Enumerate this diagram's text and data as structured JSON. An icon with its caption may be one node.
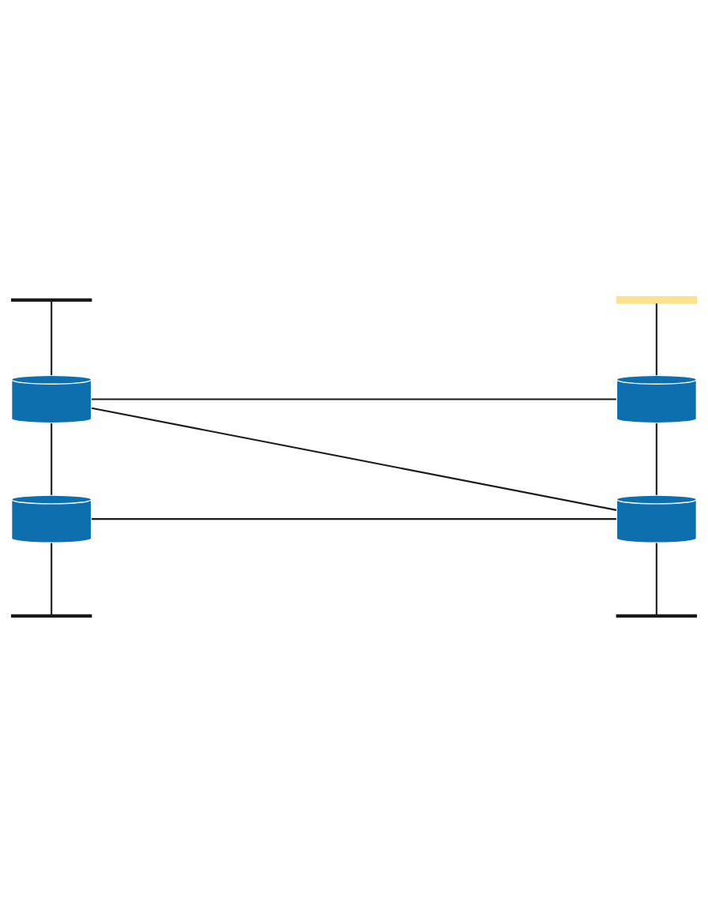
{
  "diagram": {
    "nodes": [
      {
        "text": [],
        "shape": "bar"
      },
      {
        "text": [],
        "shape": "bar"
      },
      {
        "text": [],
        "shape": "cylinder"
      },
      {
        "text": [],
        "shape": "cylinder"
      },
      {
        "text": [],
        "shape": "cylinder"
      },
      {
        "text": [],
        "shape": "cylinder"
      },
      {
        "text": [],
        "shape": "bar"
      },
      {
        "text": [],
        "shape": "bar"
      }
    ],
    "edges": [
      {
        "from": 0,
        "to": 2,
        "arrow": "none"
      },
      {
        "from": 1,
        "to": 3,
        "arrow": "none"
      },
      {
        "from": 2,
        "to": 3,
        "arrow": "none"
      },
      {
        "from": 2,
        "to": 4,
        "arrow": "none"
      },
      {
        "from": 2,
        "to": 5,
        "arrow": "none"
      },
      {
        "from": 3,
        "to": 5,
        "arrow": "none"
      },
      {
        "from": 4,
        "to": 5,
        "arrow": "none"
      },
      {
        "from": 4,
        "to": 6,
        "arrow": "none"
      },
      {
        "from": 5,
        "to": 7,
        "arrow": "none"
      }
    ]
  }
}
